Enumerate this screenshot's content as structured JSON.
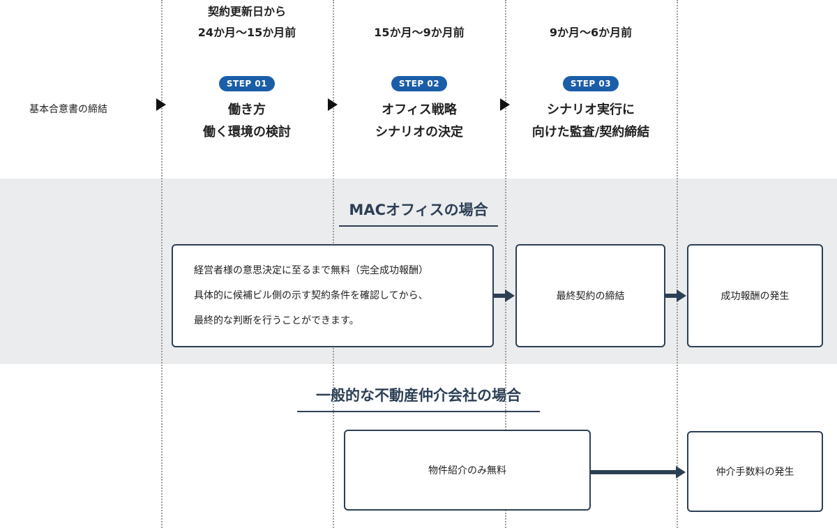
{
  "timeline": {
    "start_label": "基本合意書の締結",
    "periods": [
      {
        "line1": "契約更新日から",
        "line2": "24か月〜15か月前"
      },
      {
        "line1": "",
        "line2": "15か月〜9か月前"
      },
      {
        "line1": "",
        "line2": "9か月〜6か月前"
      }
    ],
    "steps": [
      {
        "badge": "STEP 01",
        "line1": "働き方",
        "line2": "働く環境の検討"
      },
      {
        "badge": "STEP 02",
        "line1": "オフィス戦略",
        "line2": "シナリオの決定"
      },
      {
        "badge": "STEP 03",
        "line1": "シナリオ実行に",
        "line2": "向けた監査/契約締結"
      }
    ]
  },
  "mac": {
    "title": "MACオフィスの場合",
    "box1_lines": [
      "経営者様の意思決定に至るまで無料（完全成功報酬）",
      "具体的に候補ビル側の示す契約条件を確認してから、",
      "最終的な判断を行うことができます。"
    ],
    "box2": "最終契約の締結",
    "box3": "成功報酬の発生"
  },
  "general": {
    "title": "一般的な不動産仲介会社の場合",
    "box1": "物件紹介のみ無料",
    "box2": "仲介手数料の発生"
  },
  "colors": {
    "navy": "#2c3f55",
    "badge": "#1a5ea8",
    "band": "#ebecee"
  }
}
